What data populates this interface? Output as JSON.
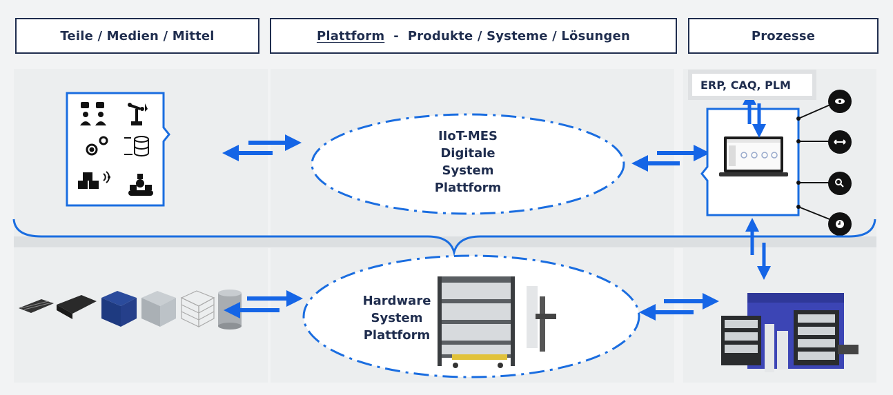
{
  "headers": {
    "left": "Teile / Medien / Mittel",
    "center_underlined": "Plattform",
    "center_rest": "-  Produkte / Systeme / Lösungen",
    "right": "Prozesse"
  },
  "top_ellipse": {
    "line1": "IIoT-MES",
    "line2": "Digitale",
    "line3": "System",
    "line4": "Plattform"
  },
  "bottom_ellipse": {
    "line1": "Hardware",
    "line2": "System",
    "line3": "Plattform"
  },
  "erp_label": "ERP, CAQ, PLM",
  "icons": {
    "left_box": [
      "people-chat-icon",
      "robot-arm-icon",
      "gears-icon",
      "database-sync-icon",
      "boxes-wireless-icon",
      "conveyor-icon"
    ],
    "process_circles": [
      "eye-icon",
      "double-arrow-icon",
      "search-icon",
      "clock-icon"
    ],
    "parts": [
      "tray-icon",
      "tray-icon",
      "crate-icon",
      "metal-box-icon",
      "wire-basket-icon",
      "drum-icon"
    ]
  },
  "colors": {
    "navy": "#1f2d4e",
    "blue": "#1a6de0",
    "arrow_blue": "#1565e6"
  }
}
